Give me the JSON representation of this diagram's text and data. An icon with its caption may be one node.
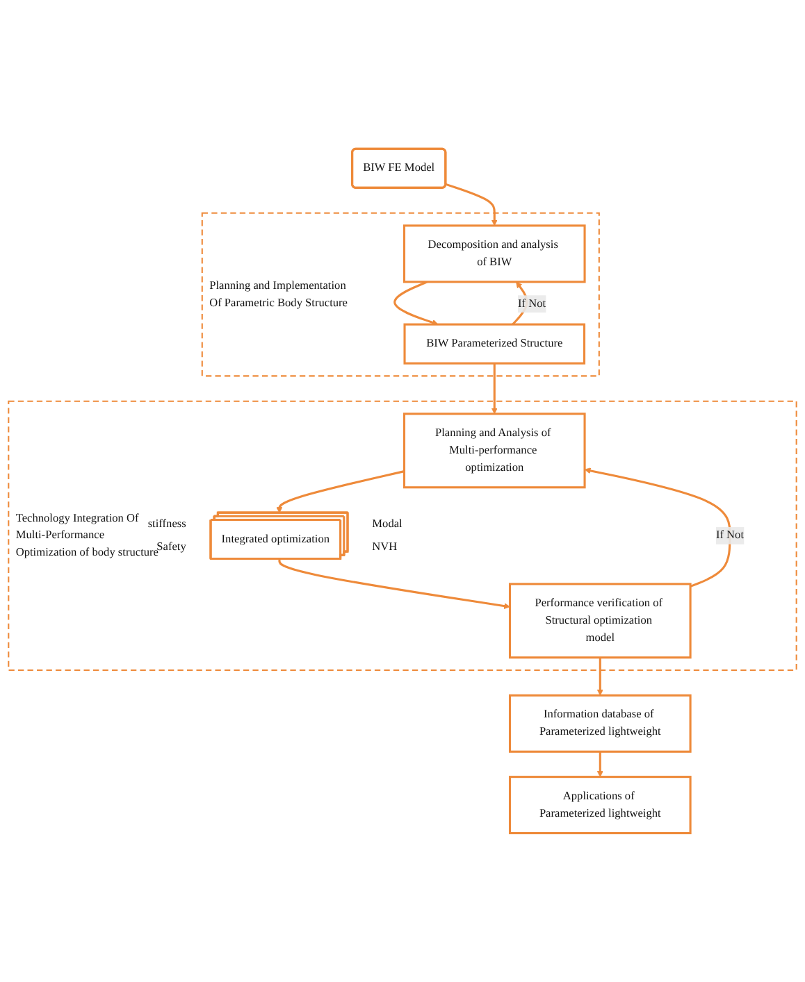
{
  "diagram": {
    "nodes": [
      {
        "text": [
          "BIW FE Model"
        ]
      },
      {
        "text": [
          "Planning and Implementation Of Parametric Body Structure"
        ]
      },
      {
        "text": [
          "Decomposition and analysis of BIW"
        ],
        "in": 1
      },
      {
        "text": [
          "BIW Parameterized Structure"
        ],
        "in": 1
      },
      {
        "text": [
          "Technology Integration Of Multi-Performance Optimization of body structure"
        ]
      },
      {
        "text": [
          "Planning and Analysis of Multi-performance optimization"
        ],
        "in": 4
      },
      {
        "text": [
          "Integrated optimization"
        ],
        "in": 4,
        "beside": [
          "stiffness",
          "Safety",
          "Modal",
          "NVH"
        ]
      },
      {
        "text": [
          "Performance verification of Structural optimization model"
        ],
        "in": 4
      },
      {
        "text": [
          "Information database of Parameterized lightweight"
        ]
      },
      {
        "text": [
          "Applications of Parameterized lightweight"
        ]
      }
    ],
    "edges": [
      {
        "from": 0,
        "to": 2,
        "arrow": "to"
      },
      {
        "from": 2,
        "to": 3,
        "arrow": "to"
      },
      {
        "from": 3,
        "to": 2,
        "arrow": "to",
        "label": "If Not"
      },
      {
        "from": 3,
        "to": 5,
        "arrow": "to"
      },
      {
        "from": 5,
        "to": 6,
        "arrow": "to"
      },
      {
        "from": 6,
        "to": 7,
        "arrow": "to"
      },
      {
        "from": 7,
        "to": 5,
        "arrow": "to",
        "label": "If Not"
      },
      {
        "from": 7,
        "to": 8,
        "arrow": "to"
      },
      {
        "from": 8,
        "to": 9,
        "arrow": "to"
      }
    ]
  }
}
